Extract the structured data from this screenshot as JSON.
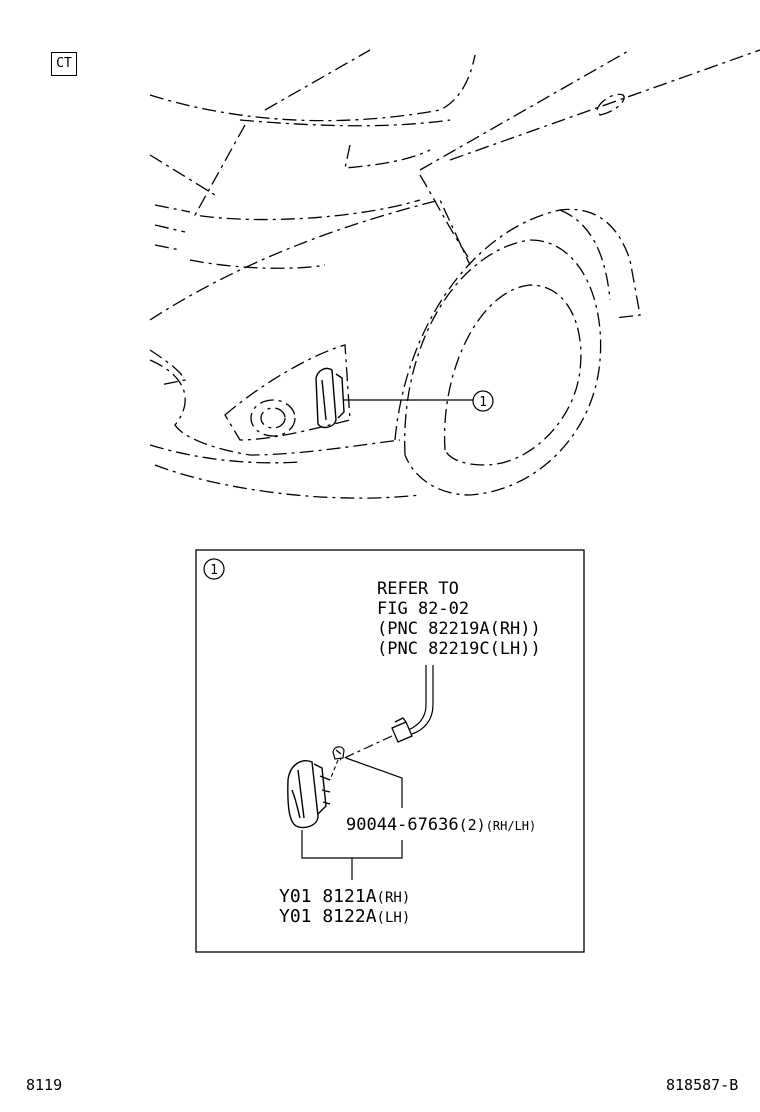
{
  "header": {
    "ct_label": "CT"
  },
  "overview": {
    "callout_number": "1"
  },
  "detail": {
    "callout_number": "1",
    "refer": {
      "line1": "REFER TO",
      "line2": "FIG 82-02",
      "line3": "(PNC 82219A(RH))",
      "line4": "(PNC 82219C(LH))"
    },
    "screw_part": {
      "number": "90044-67636",
      "qty": "(2)",
      "side": "(RH/LH)"
    },
    "lamp_part": {
      "rh": {
        "number": "Y01 8121A",
        "side": "(RH)"
      },
      "lh": {
        "number": "Y01 8122A",
        "side": "(LH)"
      }
    }
  },
  "footer": {
    "left_code": "8119",
    "right_code": "818587-B"
  }
}
